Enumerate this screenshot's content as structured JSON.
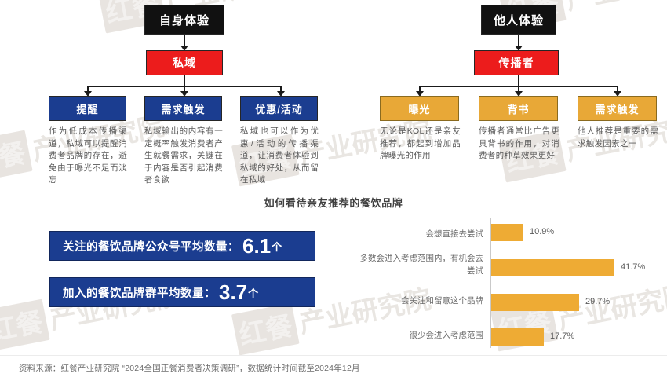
{
  "colors": {
    "black": "#111111",
    "red": "#ec1c1c",
    "blue": "#1b3d90",
    "orange": "#e8a837",
    "bar": "#eeab34",
    "text_gray": "#595959"
  },
  "left_tree": {
    "root": "自身体验",
    "level2": "私域",
    "branches": [
      {
        "label": "提醒",
        "desc": "作为低成本传播渠道，私域可以提醒消费者品牌的存在，避免由于曝光不足而淡忘"
      },
      {
        "label": "需求触发",
        "desc": "私域输出的内容有一定概率触发消费者产生就餐需求，关键在于内容是否引起消费者食欲"
      },
      {
        "label": "优惠/活动",
        "desc": "私域也可以作为优惠/活动的传播渠道，让消费者体验到私域的好处，从而留在私域"
      }
    ]
  },
  "right_tree": {
    "root": "他人体验",
    "level2": "传播者",
    "branches": [
      {
        "label": "曝光",
        "desc": "无论是KOL还是亲友推荐，都起到增加品牌曝光的作用"
      },
      {
        "label": "背书",
        "desc": "传播者通常比广告更具背书的作用，对消费者的种草效果更好"
      },
      {
        "label": "需求触发",
        "desc": "他人推荐是重要的需求触发因素之一"
      }
    ]
  },
  "stat_banners": [
    {
      "text": "关注的餐饮品牌公众号平均数量：",
      "value": "6.1",
      "unit": "个"
    },
    {
      "text": "加入的餐饮品牌群平均数量：",
      "value": "3.7",
      "unit": "个"
    }
  ],
  "chart_data": {
    "type": "bar",
    "orientation": "horizontal",
    "title": "如何看待亲友推荐的餐饮品牌",
    "categories": [
      "会想直接去尝试",
      "多数会进入考虑范围内，有机会去尝试",
      "会关注和留意这个品牌",
      "很少会进入考虑范围"
    ],
    "values": [
      10.9,
      29.7,
      41.7,
      17.7
    ],
    "value_labels": [
      "10.9%",
      "41.7%",
      "29.7%",
      "17.7%"
    ],
    "ordered_values": [
      10.9,
      41.7,
      29.7,
      17.7
    ],
    "xlabel": "",
    "ylabel": "",
    "xlim": [
      0,
      50
    ],
    "grid": false,
    "legend": false,
    "series_color": "#eeab34"
  },
  "footer": {
    "source": "资料来源：红餐产业研究院 “2024全国正餐消费者决策调研”，数据统计时间截至2024年12月"
  },
  "watermark": {
    "brand": "红餐",
    "text": "产业研究院"
  }
}
